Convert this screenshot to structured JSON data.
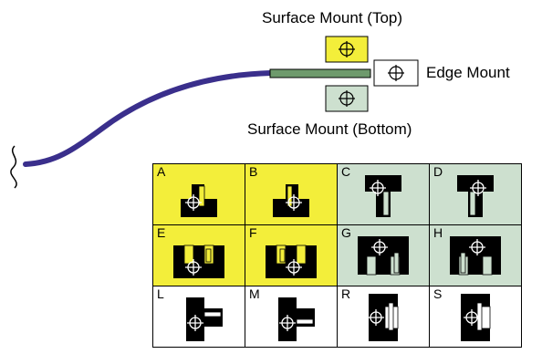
{
  "labels": {
    "top": "Surface Mount (Top)",
    "edge": "Edge Mount",
    "bottom": "Surface Mount (Bottom)"
  },
  "colors": {
    "yellow": "#f3ee3a",
    "green": "#cde0cf",
    "white": "#ffffff",
    "cable": "#3a2f8c",
    "board": "#6e9a6c"
  },
  "grid": {
    "rows": [
      [
        {
          "letter": "A",
          "color": "yellow",
          "icon": "shape-a-icon"
        },
        {
          "letter": "B",
          "color": "yellow",
          "icon": "shape-b-icon"
        },
        {
          "letter": "C",
          "color": "green",
          "icon": "shape-c-icon"
        },
        {
          "letter": "D",
          "color": "green",
          "icon": "shape-d-icon"
        }
      ],
      [
        {
          "letter": "E",
          "color": "yellow",
          "icon": "shape-e-icon"
        },
        {
          "letter": "F",
          "color": "yellow",
          "icon": "shape-f-icon"
        },
        {
          "letter": "G",
          "color": "green",
          "icon": "shape-g-icon"
        },
        {
          "letter": "H",
          "color": "green",
          "icon": "shape-h-icon"
        }
      ],
      [
        {
          "letter": "L",
          "color": "white",
          "icon": "shape-l-icon"
        },
        {
          "letter": "M",
          "color": "white",
          "icon": "shape-m-icon"
        },
        {
          "letter": "R",
          "color": "white",
          "icon": "shape-r-icon"
        },
        {
          "letter": "S",
          "color": "white",
          "icon": "shape-s-icon"
        }
      ]
    ]
  }
}
